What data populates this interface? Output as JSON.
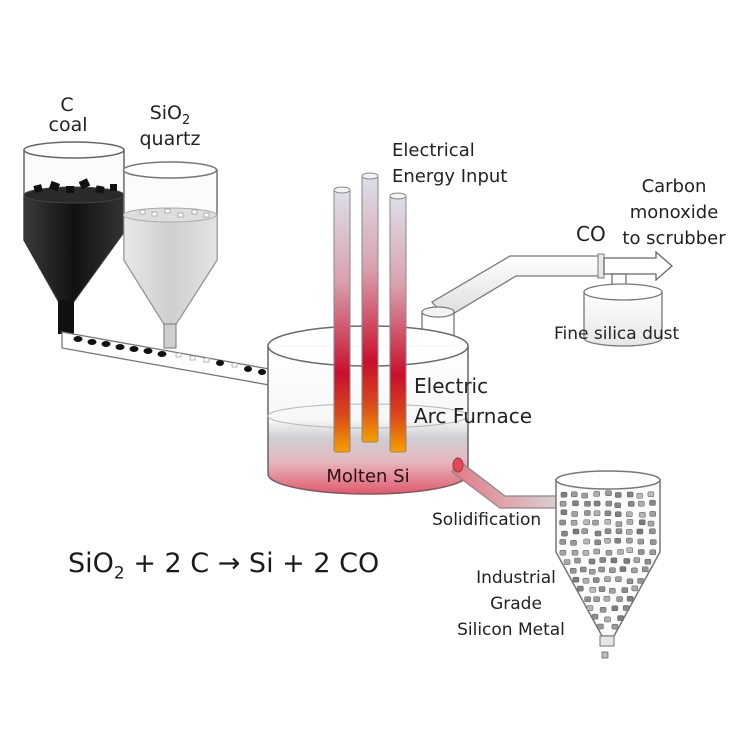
{
  "labels": {
    "coal_symbol": "C",
    "coal_name": "coal",
    "quartz_symbol_base": "SiO",
    "quartz_symbol_sub": "2",
    "quartz_name": "quartz",
    "energy_line1": "Electrical",
    "energy_line2": "Energy Input",
    "co": "CO",
    "exhaust_line1": "Carbon",
    "exhaust_line2": "monoxide",
    "exhaust_line3": "to scrubber",
    "dust": "Fine silica dust",
    "furnace_line1": "Electric",
    "furnace_line2": "Arc Furnace",
    "molten": "Molten Si",
    "solidification": "Solidification",
    "product_line1": "Industrial",
    "product_line2": "Grade",
    "product_line3": "Silicon Metal"
  },
  "equation": {
    "reactant_base": "SiO",
    "reactant_sub": "2",
    "rest": " + 2 C → Si + 2 CO"
  },
  "colors": {
    "coal": "#1b1b1b",
    "quartz_fill": "#d9d9d9",
    "electrode_hot": "#c8102e",
    "electrode_tip": "#f5a000",
    "molten": "#e26d7a",
    "outline": "#555555"
  }
}
